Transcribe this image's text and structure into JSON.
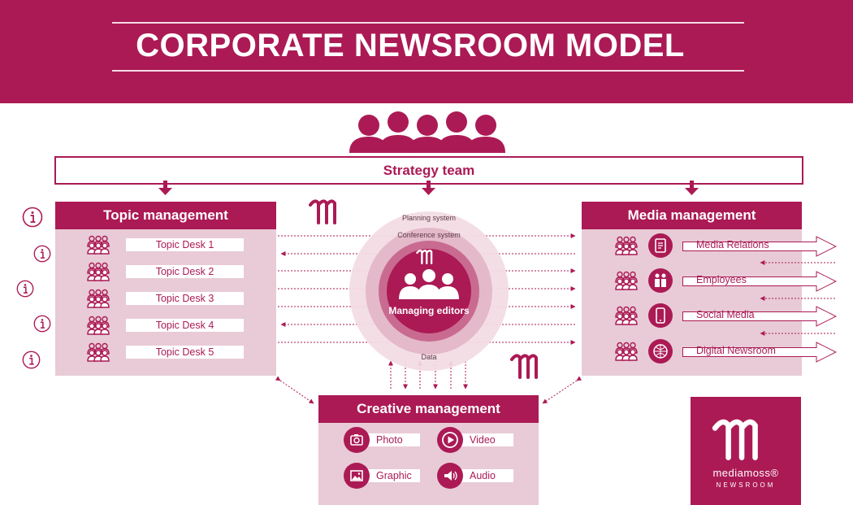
{
  "header": {
    "title": "CORPORATE NEWSROOM MODEL"
  },
  "strategy": {
    "label": "Strategy team"
  },
  "topic_management": {
    "title": "Topic management",
    "desks": [
      "Topic Desk 1",
      "Topic Desk 2",
      "Topic Desk 3",
      "Topic Desk 4",
      "Topic Desk 5"
    ]
  },
  "media_management": {
    "title": "Media management",
    "items": [
      {
        "label": "Media Relations",
        "icon": "media-relations-icon"
      },
      {
        "label": "Employees",
        "icon": "employees-icon"
      },
      {
        "label": "Social Media",
        "icon": "social-media-icon"
      },
      {
        "label": "Digital Newsroom",
        "icon": "digital-newsroom-icon"
      }
    ]
  },
  "center": {
    "planning": "Planning system",
    "conference": "Conference system",
    "managing": "Managing editors",
    "data": "Data"
  },
  "creative_management": {
    "title": "Creative management",
    "items": [
      {
        "label": "Photo",
        "icon": "camera-icon"
      },
      {
        "label": "Video",
        "icon": "play-icon"
      },
      {
        "label": "Graphic",
        "icon": "image-icon"
      },
      {
        "label": "Audio",
        "icon": "speaker-icon"
      }
    ]
  },
  "logo": {
    "name": "mediamoss®",
    "sub": "NEWSROOM"
  },
  "colors": {
    "brand": "#ab1a55",
    "panel": "#e8cbd6",
    "ring_outer": "#f3dbe4",
    "ring_mid": "#e3b6c7",
    "ring_inner": "#c96b91"
  }
}
